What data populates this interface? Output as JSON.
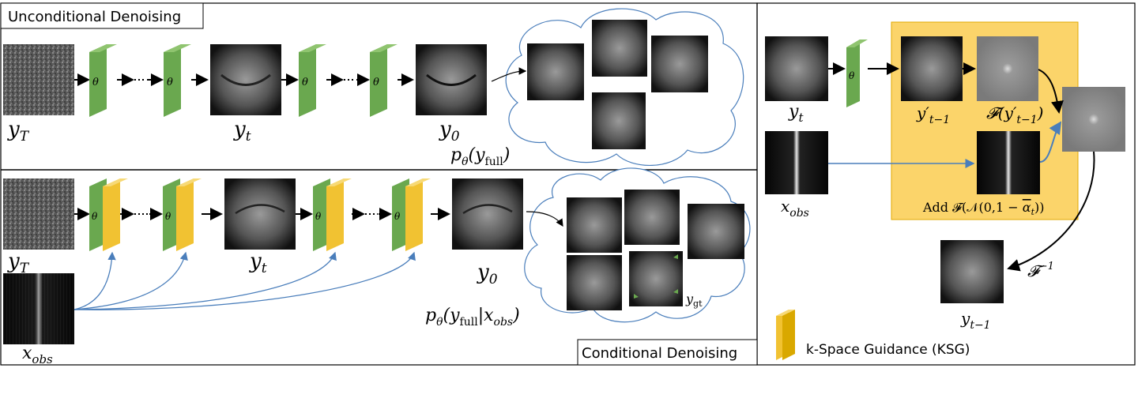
{
  "panels": {
    "unconditional_title": "Unconditional Denoising",
    "conditional_title": "Conditional Denoising",
    "legend_label": "k-Space Guidance (KSG)"
  },
  "network": {
    "symbol": "θ"
  },
  "labels": {
    "y_T": "y",
    "y_T_sub": "T",
    "y_t": "y",
    "y_t_sub": "t",
    "y_0": "y",
    "y_0_sub": "0",
    "x_obs": "x",
    "x_obs_sub": "obs",
    "p_uncond": "p",
    "p_uncond_rest": "(y",
    "p_uncond_sub": "full",
    "p_uncond_end": ")",
    "p_cond": "p",
    "p_cond_rest": "(y",
    "p_cond_sub": "full",
    "p_cond_mid": "|x",
    "p_cond_sub2": "obs",
    "p_cond_end": ")",
    "y_gt": "y",
    "y_gt_sub": "gt",
    "y_prime": "y′",
    "y_prime_sub": "t−1",
    "F_y_prime": "𝓕(y′",
    "F_y_prime_sub": "t−1",
    "F_y_prime_end": ")",
    "add_noise": "Add 𝓕(𝒩(0,1 − ",
    "add_noise_alpha": "α",
    "add_noise_alpha_sub": "t",
    "add_noise_end": "))",
    "F_inv": "𝓕",
    "F_inv_sup": "−1",
    "y_t_minus_1": "y",
    "y_t_minus_1_sub": "t−1",
    "theta_sub": "θ"
  },
  "colors": {
    "network_green": "#6aa84f",
    "ksg_yellow": "#f1c232",
    "guidance_panel": "#fbd46a",
    "arrow_blue": "#4a7ebb",
    "cloud_blue": "#4a7ebb"
  }
}
